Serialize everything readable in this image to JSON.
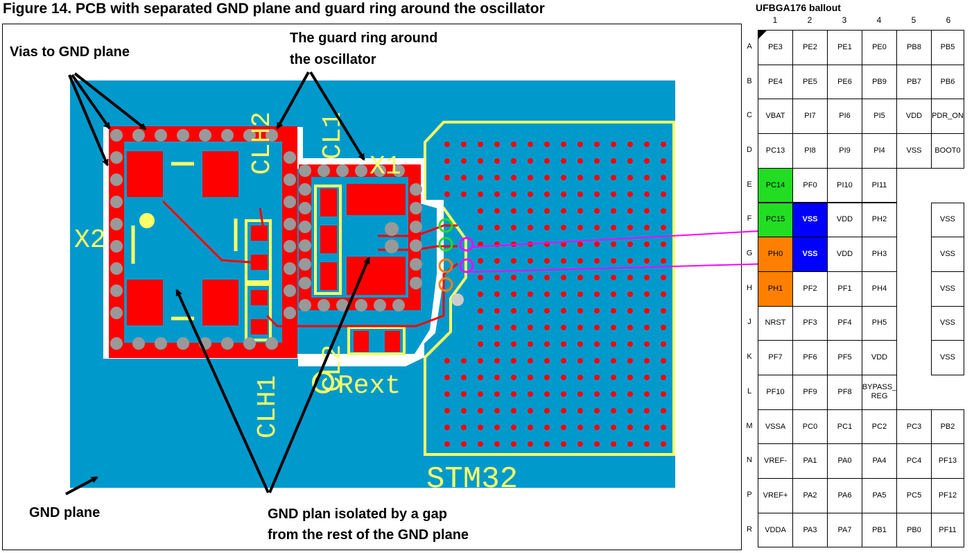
{
  "figure": {
    "title": "Figure 14. PCB with separated GND plane and guard ring around the oscillator"
  },
  "annotations": {
    "vias": "Vias to GND plane",
    "guard_ring": [
      "The guard ring around",
      "the oscillator"
    ],
    "gnd_plane": "GND plane",
    "isolated": [
      "GND plan isolated by a gap",
      "from the rest of the GND plane"
    ]
  },
  "pcb_labels": {
    "clh2": "CLH2",
    "cl1": "CL1",
    "x1": "X1",
    "x2": "X2",
    "clh1": "CLH1",
    "cl2": "CL2",
    "rext": "Rext",
    "stm32": "STM32"
  },
  "colors": {
    "pcb_blue": "#0099cc",
    "copper_red": "#ff0000",
    "silkscreen_yellow": "#ffff66",
    "via_gray": "#999999",
    "connector_magenta": "#ff00ff",
    "pin_green": "#22dd22",
    "pin_orange": "#ff8000",
    "pin_blue": "#0000ff"
  },
  "ballout": {
    "title": "UFBGA176 ballout",
    "columns": [
      "1",
      "2",
      "3",
      "4",
      "5",
      "6"
    ],
    "rows": [
      {
        "label": "A",
        "cells": [
          "PE3",
          "PE2",
          "PE1",
          "PE0",
          "PB8",
          "PB5"
        ]
      },
      {
        "label": "B",
        "cells": [
          "PE4",
          "PE5",
          "PE6",
          "PB9",
          "PB7",
          "PB6"
        ]
      },
      {
        "label": "C",
        "cells": [
          "VBAT",
          "PI7",
          "PI6",
          "PI5",
          "VDD",
          "PDR_ON"
        ]
      },
      {
        "label": "D",
        "cells": [
          "PC13",
          "PI8",
          "PI9",
          "PI4",
          "VSS",
          "BOOT0"
        ]
      },
      {
        "label": "E",
        "cells": [
          "PC14",
          "PF0",
          "PI10",
          "PI11",
          "",
          ""
        ]
      },
      {
        "label": "F",
        "cells": [
          "PC15",
          "VSS",
          "VDD",
          "PH2",
          "",
          "VSS"
        ]
      },
      {
        "label": "G",
        "cells": [
          "PH0",
          "VSS",
          "VDD",
          "PH3",
          "",
          "VSS"
        ]
      },
      {
        "label": "H",
        "cells": [
          "PH1",
          "PF2",
          "PF1",
          "PH4",
          "",
          "VSS"
        ]
      },
      {
        "label": "J",
        "cells": [
          "NRST",
          "PF3",
          "PF4",
          "PH5",
          "",
          "VSS"
        ]
      },
      {
        "label": "K",
        "cells": [
          "PF7",
          "PF6",
          "PF5",
          "VDD",
          "",
          "VSS"
        ]
      },
      {
        "label": "L",
        "cells": [
          "PF10",
          "PF9",
          "PF8",
          "BYPASS_\nREG",
          "",
          ""
        ]
      },
      {
        "label": "M",
        "cells": [
          "VSSA",
          "PC0",
          "PC1",
          "PC2",
          "PC3",
          "PB2"
        ]
      },
      {
        "label": "N",
        "cells": [
          "VREF-",
          "PA1",
          "PA0",
          "PA4",
          "PC4",
          "PF13"
        ]
      },
      {
        "label": "P",
        "cells": [
          "VREF+",
          "PA2",
          "PA6",
          "PA5",
          "PC5",
          "PF12"
        ]
      },
      {
        "label": "R",
        "cells": [
          "VDDA",
          "PA3",
          "PA7",
          "PB1",
          "PB0",
          "PF11"
        ]
      }
    ],
    "highlights": {
      "PC14": "green",
      "PC15": "green",
      "PH0": "orange",
      "PH1": "orange",
      "F2": "blue",
      "G2": "blue"
    }
  }
}
